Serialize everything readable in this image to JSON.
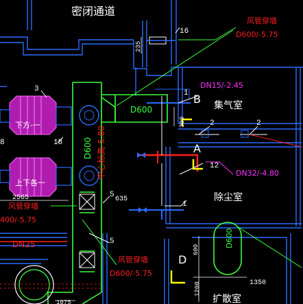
{
  "rooms": {
    "airtight_corridor": "密闭通道",
    "gas_collection_room": "集气室",
    "dust_removal_room": "除尘室",
    "diffusion_room": "扩散室"
  },
  "duct_notes": {
    "top_right_label": "风管穿墙",
    "top_right_size": "D600/-5.75",
    "left_label": "风管穿墙",
    "left_size": "400/-5.75",
    "bottom_label": "风管穿墙",
    "bottom_size": "D600/-5.75",
    "main_duct": "D600",
    "branch_duct": "D600",
    "vertical_duct_right": "D600",
    "center_elevation": "中心标高-5.80",
    "pipe_dn15": "DN15/-2.45",
    "pipe_dn32": "DN32/-4.80",
    "pipe_dn25": "DN25"
  },
  "equipment": {
    "unit_upper": "下方-一",
    "unit_lower": "上下各一"
  },
  "point_labels": {
    "b": "B",
    "a": "A",
    "d": "D"
  },
  "callouts": {
    "c16": "16",
    "c1_top": "1",
    "c3": "3",
    "c18_left": "8",
    "c18": "18",
    "c2_left": "2",
    "c2_right": "2",
    "c12": "12",
    "c5_top": "5",
    "c5_bottom": "5",
    "c1_bottom": "1"
  },
  "dimensions": {
    "d235": "235",
    "d300": "300",
    "d2565": "2565",
    "d635": "635",
    "d600": "600",
    "d1200": "1200",
    "d1350": "1350",
    "d1075": "1075"
  },
  "colors": {
    "wall": "#2b6cff",
    "duct": "#3cff3c",
    "red_text": "#ff2020",
    "magenta": "#ff33ff",
    "yellow": "#ffff00",
    "white": "#ffffff"
  }
}
